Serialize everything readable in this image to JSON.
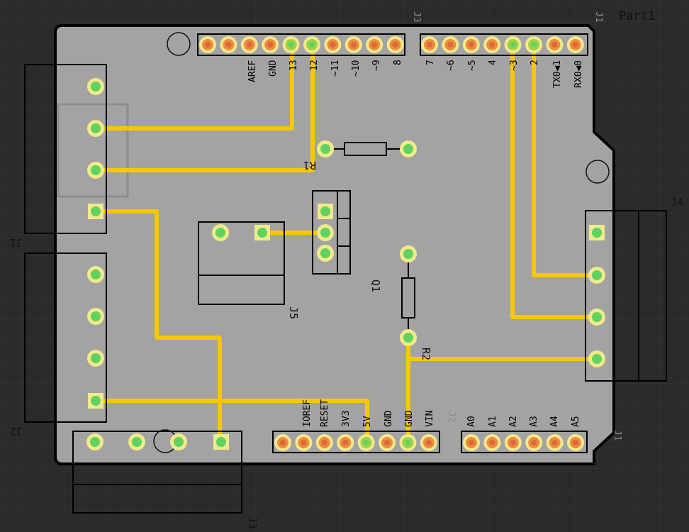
{
  "title": "Part1",
  "colors": {
    "background": "#2b2b2b",
    "grid": "#363636",
    "board": "#a3a3a3",
    "board_outline": "#000000",
    "trace": "#f7c800",
    "pad_ring": "#f2e98a",
    "pad_center_green": "#5fd25f",
    "pad_center_orange": "#f08a3c",
    "silkscreen": "#000000"
  },
  "top_header_labels": [
    "AREF",
    "GND",
    "13",
    "12",
    "~11",
    "~10",
    "~9",
    "8",
    "7",
    "~6",
    "~5",
    "4",
    "~3",
    "2",
    "TX0◀1",
    "RX0◀0"
  ],
  "bottom_header_labels": [
    "IOREF",
    "RESET",
    "3V3",
    "5V",
    "GND",
    "GND",
    "VIN",
    "A0",
    "A1",
    "A2",
    "A3",
    "A4",
    "A5"
  ],
  "parts": {
    "j1": "J1",
    "j2": "J2",
    "j3": "J3",
    "j4": "J4",
    "j5": "J5",
    "r1": "R1",
    "r2": "R2",
    "q1": "Q1",
    "silk_j3_top": "J3",
    "silk_j2_bottom": "J2",
    "silk_j1_bottom": "J1"
  }
}
